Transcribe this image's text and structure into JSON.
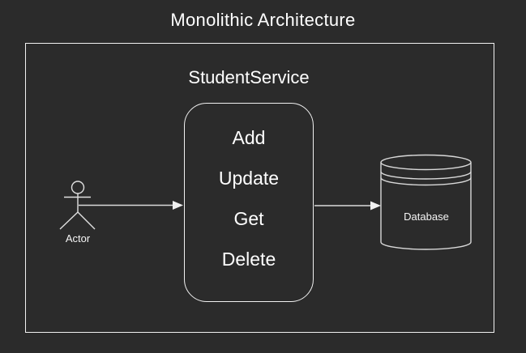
{
  "diagram": {
    "title": "Monolithic Architecture",
    "service": {
      "label": "StudentService",
      "operations": [
        "Add",
        "Update",
        "Get",
        "Delete"
      ]
    },
    "actor": {
      "label": "Actor"
    },
    "database": {
      "label": "Database"
    },
    "colors": {
      "background": "#2b2b2b",
      "box_stroke": "#f2f2f2",
      "line_stroke": "#d9d9d9",
      "text": "#ffffff"
    }
  }
}
